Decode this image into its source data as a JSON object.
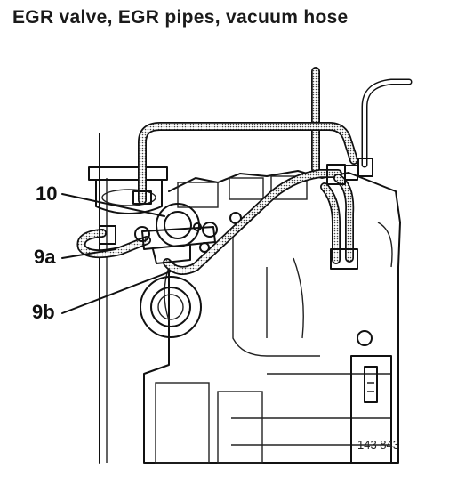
{
  "diagram": {
    "title": "EGR valve, EGR pipes, vacuum hose",
    "callouts": {
      "c10": "10",
      "c9a": "9a",
      "c9b": "9b"
    },
    "figure_number": "143 843"
  }
}
